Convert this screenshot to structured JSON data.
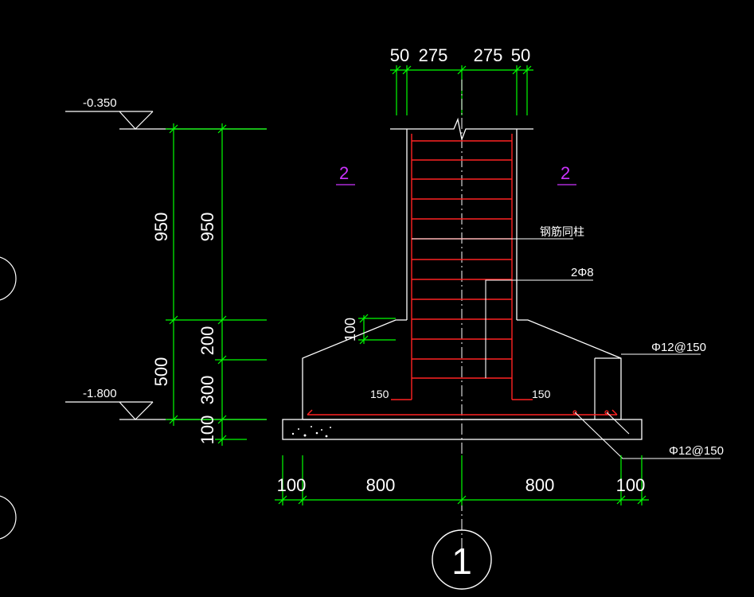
{
  "colors": {
    "background": "#000000",
    "outline": "#ffffff",
    "dimension": "#00ff00",
    "rebar": "#ff2222",
    "section_mark": "#cc33ff"
  },
  "elevations": {
    "top": "-0.350",
    "bottom": "-1.800"
  },
  "vertical_dims": {
    "upper_a": "950",
    "upper_b": "950",
    "lower_total": "500",
    "seg_200": "200",
    "seg_300": "300",
    "seg_100": "100",
    "haunch": "100"
  },
  "top_dims": {
    "left_cover": "50",
    "left_half": "275",
    "right_half": "275",
    "right_cover": "50"
  },
  "bottom_dims": {
    "left_pad": "100",
    "left_width": "800",
    "right_width": "800",
    "right_pad": "100"
  },
  "section_marks": {
    "left": "2",
    "right": "2"
  },
  "labels": {
    "column_rebar": "钢筋同柱",
    "stirrup": "2Φ8",
    "top_rebar": "Φ12@150",
    "bottom_rebar": "Φ12@150",
    "hook_left": "150",
    "hook_right": "150"
  },
  "detail_number": "1"
}
